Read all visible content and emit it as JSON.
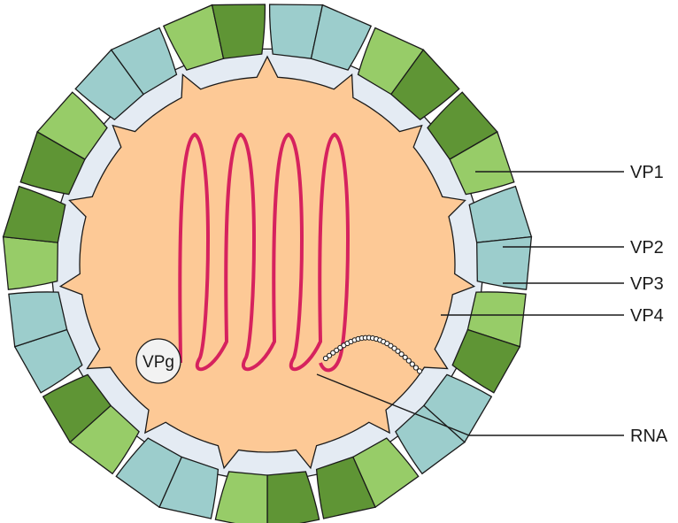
{
  "diagram": {
    "labels": {
      "vp1": "VP1",
      "vp2": "VP2",
      "vp3": "VP3",
      "vp4": "VP4",
      "rna": "RNA",
      "vpg": "VPg"
    },
    "colors": {
      "vp1": "#9ccdcc",
      "vp2": "#97cc68",
      "vp3": "#5f9535",
      "vp4": "#e4ebf3",
      "core": "#fdc996",
      "rna": "#d6225e",
      "vpg": "#f2f2f2",
      "line": "#1a1a1a"
    }
  }
}
